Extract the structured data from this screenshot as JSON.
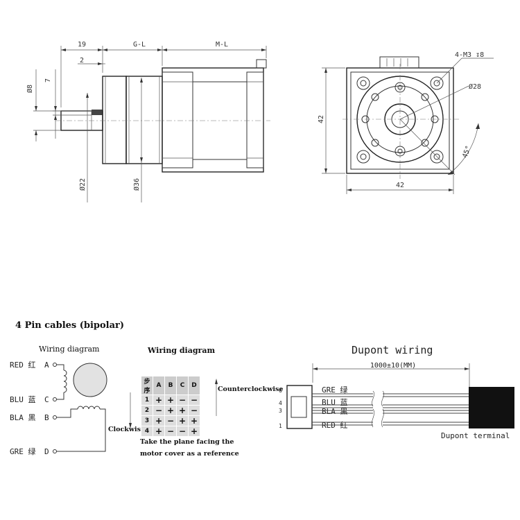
{
  "side_view": {
    "dims": {
      "d19": "19",
      "gl": "G-L",
      "ml": "M-L",
      "d2": "2",
      "d7": "7",
      "dia8": "Ø8",
      "dia22": "Ø22",
      "dia36": "Ø36"
    }
  },
  "front_view": {
    "dims": {
      "holes": "4-M3 ↧8",
      "dia28": "Ø28",
      "height": "42",
      "width": "42",
      "angle": "45°"
    }
  },
  "section_title": "4 Pin cables (bipolar)",
  "wiring_left": {
    "title": "Wiring diagram",
    "pins": [
      {
        "label": "RED 红",
        "letter": "A"
      },
      {
        "label": "BLU 蓝",
        "letter": "C"
      },
      {
        "label": "BLA 黑",
        "letter": "B"
      },
      {
        "label": "GRE 绿",
        "letter": "D"
      }
    ]
  },
  "sequence": {
    "title": "Wiring diagram",
    "headers": [
      "步序",
      "A",
      "B",
      "C",
      "D"
    ],
    "rows": [
      [
        "1",
        "+",
        "+",
        "−",
        "−"
      ],
      [
        "2",
        "−",
        "+",
        "+",
        "−"
      ],
      [
        "3",
        "+",
        "−",
        "+",
        "+"
      ],
      [
        "4",
        "+",
        "−",
        "−",
        "+"
      ]
    ],
    "ccw": "Counterclockwise",
    "cw": "Clockwise",
    "note1": "Take the plane facing the",
    "note2": "motor cover as a reference"
  },
  "dupont": {
    "title": "Dupont wiring",
    "length": "1000±10(MM)",
    "pins": [
      {
        "num": "6",
        "label": "GRE 绿"
      },
      {
        "num": "4",
        "label": "BLU 蓝"
      },
      {
        "num": "3",
        "label": "BLA 黑"
      },
      {
        "num": "1",
        "label": "RED 红"
      }
    ],
    "terminal": "Dupont terminal"
  }
}
